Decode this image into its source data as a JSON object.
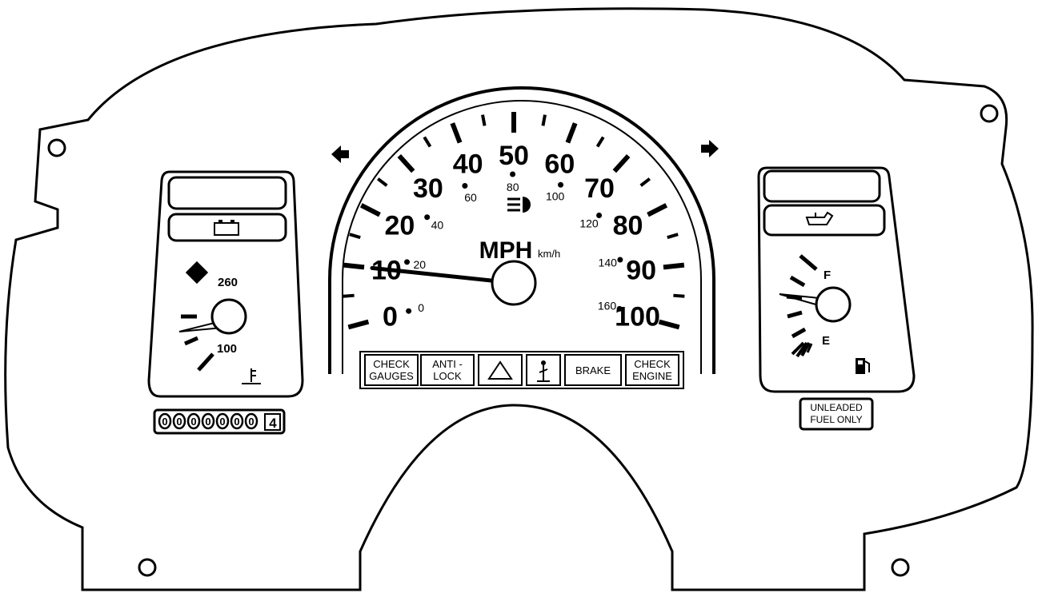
{
  "cluster": {
    "speedometer": {
      "unit_primary": "MPH",
      "unit_secondary": "km/h",
      "mph_labels": [
        {
          "value": 0,
          "text": "0"
        },
        {
          "value": 10,
          "text": "10"
        },
        {
          "value": 20,
          "text": "20"
        },
        {
          "value": 30,
          "text": "30"
        },
        {
          "value": 40,
          "text": "40"
        },
        {
          "value": 50,
          "text": "50"
        },
        {
          "value": 60,
          "text": "60"
        },
        {
          "value": 70,
          "text": "70"
        },
        {
          "value": 80,
          "text": "80"
        },
        {
          "value": 90,
          "text": "90"
        },
        {
          "value": 100,
          "text": "100"
        }
      ],
      "kmh_labels": [
        {
          "value": 0,
          "text": "0"
        },
        {
          "value": 20,
          "text": "20"
        },
        {
          "value": 40,
          "text": "40"
        },
        {
          "value": 60,
          "text": "60"
        },
        {
          "value": 80,
          "text": "80"
        },
        {
          "value": 100,
          "text": "100"
        },
        {
          "value": 120,
          "text": "120"
        },
        {
          "value": 140,
          "text": "140"
        },
        {
          "value": 160,
          "text": "160"
        }
      ],
      "needle_mph": 10
    },
    "warning_lights": [
      {
        "name": "check-gauges",
        "lines": [
          "CHECK",
          "GAUGES"
        ]
      },
      {
        "name": "anti-lock",
        "lines": [
          "ANTI -",
          "LOCK"
        ]
      },
      {
        "name": "hazard-triangle",
        "lines": []
      },
      {
        "name": "seat-belt",
        "lines": []
      },
      {
        "name": "brake",
        "lines": [
          "BRAKE"
        ]
      },
      {
        "name": "check-engine",
        "lines": [
          "CHECK",
          "ENGINE"
        ]
      }
    ],
    "temperature_gauge": {
      "high_label": "260",
      "low_label": "100"
    },
    "fuel_gauge": {
      "full_label": "F",
      "empty_label": "E"
    },
    "odometer": {
      "digits": [
        "0",
        "0",
        "0",
        "0",
        "0",
        "0",
        "0"
      ],
      "tenths": "4"
    },
    "fuel_notice": {
      "line1": "UNLEADED",
      "line2": "FUEL ONLY"
    }
  }
}
